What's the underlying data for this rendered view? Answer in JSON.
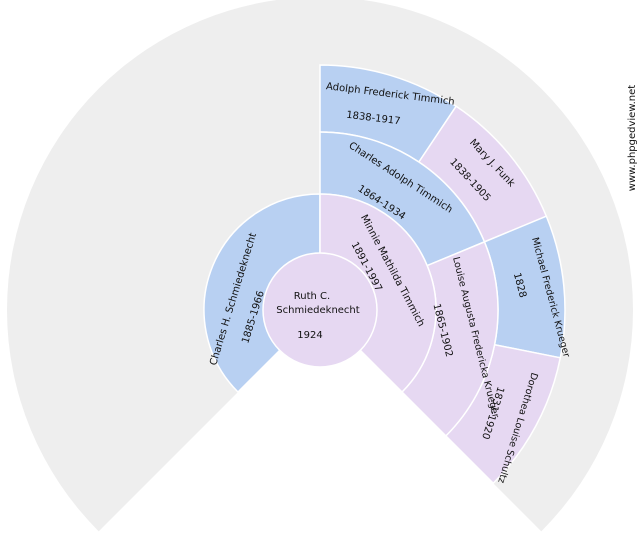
{
  "watermark": "www.phpgedview.net",
  "colors": {
    "background": "#ffffff",
    "outer_ring": "#eeeeee",
    "male": "#b8d0f2",
    "female": "#e6d8f2",
    "stroke": "#ffffff"
  },
  "root": {
    "name_line1": "Ruth C.",
    "name_line2": "Schmiedeknecht",
    "dates": "1924"
  },
  "parents": {
    "father": {
      "name": "Charles H. Schmiedeknecht",
      "dates": "1885-1966"
    },
    "mother": {
      "name": "Minnie Mathilda Timmich",
      "dates": "1891-1997"
    }
  },
  "grandparents": {
    "paternal_grandfather": {
      "name": "Charles Adolph Timmich",
      "dates": "1864-1934"
    },
    "maternal_grandmother": {
      "name": "Louise Augusta Fredericka Krueger",
      "dates": "1865-1902"
    }
  },
  "great_grandparents": {
    "gg_father_1": {
      "name": "Adolph Frederick Timmich",
      "dates": "1838-1917"
    },
    "gg_mother_1": {
      "name": "Mary J. Funk",
      "dates": "1838-1905"
    },
    "gg_father_2": {
      "name": "Michael Frederick Krueger",
      "dates": "1828"
    },
    "gg_mother_2": {
      "name": "Dorothea Louise Schultz",
      "dates": "1831-1920"
    }
  }
}
